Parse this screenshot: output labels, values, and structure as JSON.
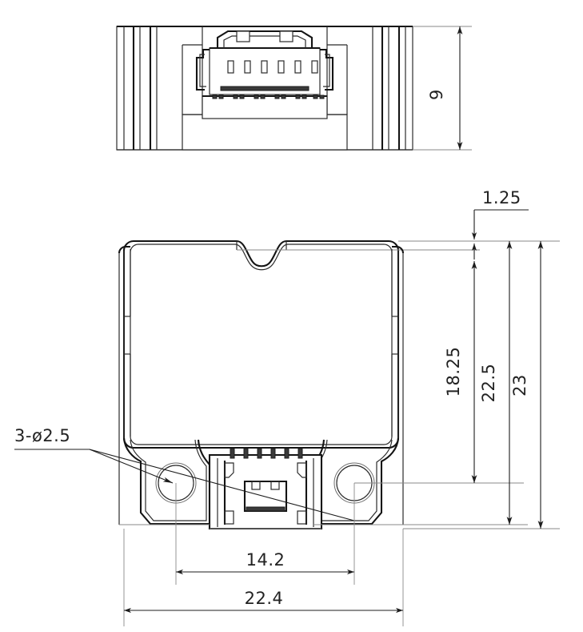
{
  "drawing": {
    "title": "mechanical-dimension-drawing",
    "units": "mm",
    "line_color": "#1c1c1c",
    "background": "#ffffff"
  },
  "views": {
    "front": {
      "name": "front-view",
      "label": "",
      "connector": {
        "name": "board-connector",
        "pin_count": 6
      }
    },
    "bottom": {
      "name": "bottom-view",
      "label": "",
      "notch": {
        "name": "top-notch"
      },
      "usb": {
        "name": "micro-usb-port"
      },
      "holes": {
        "count": 3,
        "diameter": "2.5"
      }
    }
  },
  "dimensions": {
    "height_9": "9",
    "offset_1_25": "1.25",
    "hole_center_18_25": "18.25",
    "body_22_5": "22.5",
    "overall_23": "23",
    "hole_span_14_2": "14.2",
    "overall_width_22_4": "22.4",
    "hole_callout": "3-ø2.5"
  }
}
